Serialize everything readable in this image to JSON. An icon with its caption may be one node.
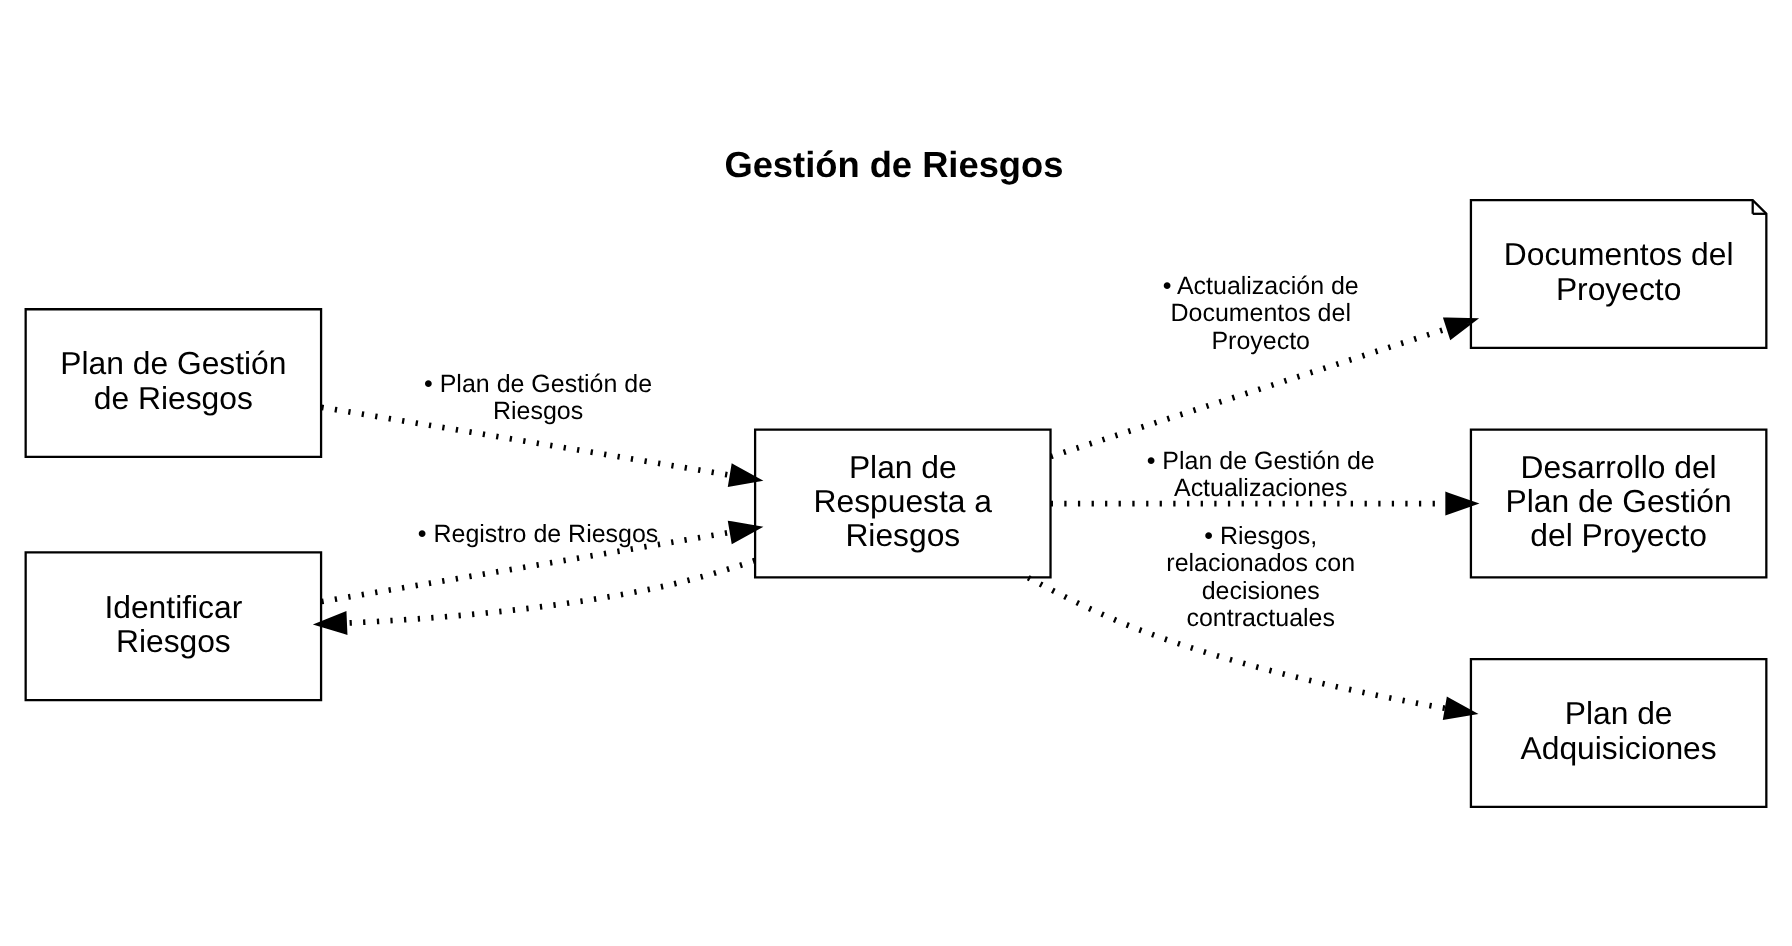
{
  "diagram": {
    "title": "Gestión de Riesgos",
    "nodes": [
      {
        "text": [
          "Plan de Gestión de Riesgos"
        ]
      },
      {
        "text": [
          "Identificar Riesgos"
        ]
      },
      {
        "text": [
          "Plan de Respuesta a Riesgos"
        ]
      },
      {
        "text": [
          "Documentos del Proyecto"
        ]
      },
      {
        "text": [
          "Desarrollo del Plan de Gestión del Proyecto"
        ]
      },
      {
        "text": [
          "Plan de Adquisiciones"
        ]
      }
    ],
    "edges": [
      {
        "from": 0,
        "to": 2,
        "arrow": "to",
        "label": "• Plan de Gestión de Riesgos"
      },
      {
        "from": 1,
        "to": 2,
        "arrow": "to",
        "label": "• Registro de Riesgos"
      },
      {
        "from": 2,
        "to": 1,
        "arrow": "to"
      },
      {
        "from": 2,
        "to": 3,
        "arrow": "to",
        "label": "• Actualización de Documentos del Proyecto"
      },
      {
        "from": 2,
        "to": 4,
        "arrow": "to",
        "label": "• Plan de Gestión de Actualizaciones"
      },
      {
        "from": 2,
        "to": 5,
        "arrow": "to",
        "label": "• Riesgos, relacionados con decisiones contractuales"
      }
    ]
  }
}
